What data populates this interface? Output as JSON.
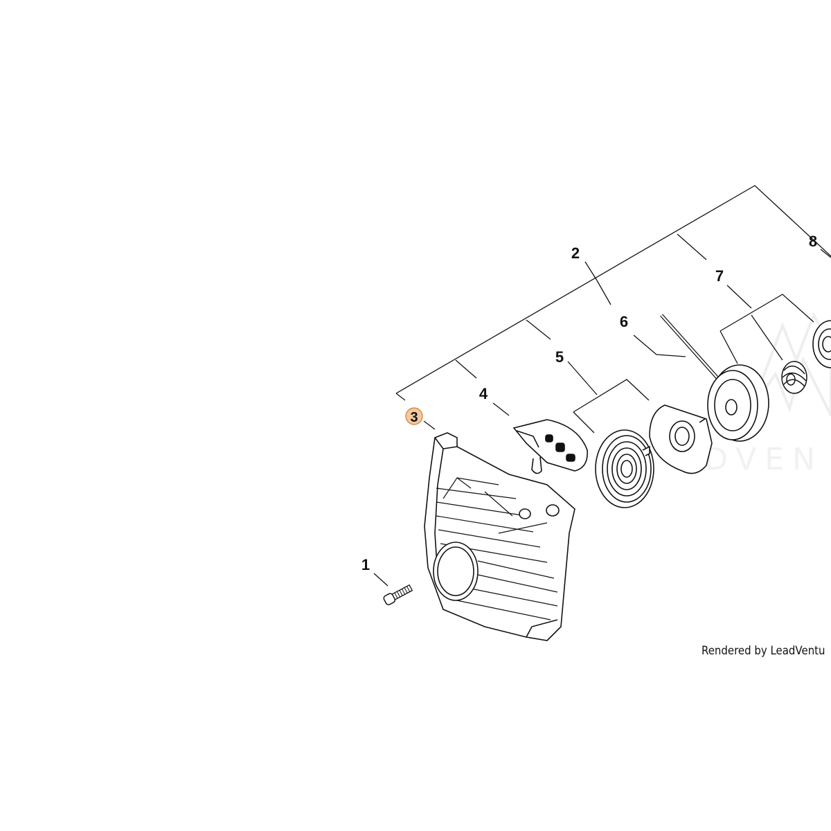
{
  "diagram": {
    "callouts": [
      {
        "number": "1",
        "highlighted": false
      },
      {
        "number": "2",
        "highlighted": false
      },
      {
        "number": "3",
        "highlighted": true
      },
      {
        "number": "4",
        "highlighted": false
      },
      {
        "number": "5",
        "highlighted": false
      },
      {
        "number": "6",
        "highlighted": false
      },
      {
        "number": "7",
        "highlighted": false
      },
      {
        "number": "8",
        "highlighted": false
      }
    ],
    "highlight_color": "#f4c9a0",
    "highlight_border": "#c8803c",
    "watermark_text": "LEADVENTURE",
    "credit": "Rendered by LeadVentu"
  }
}
